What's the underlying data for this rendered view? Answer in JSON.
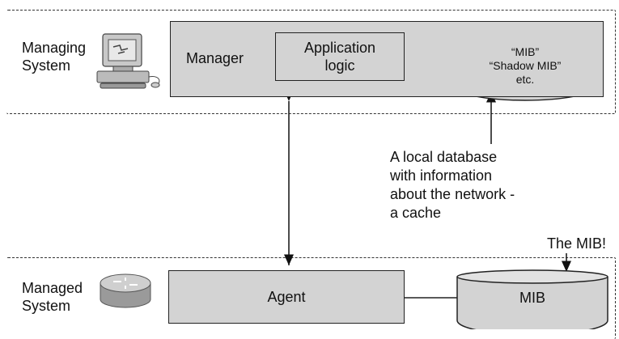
{
  "managing_region": {
    "label_line1": "Managing",
    "label_line2": "System",
    "icon": "workstation-icon"
  },
  "manager_box": {
    "label": "Manager",
    "app_logic_line1": "Application",
    "app_logic_line2": "logic",
    "db_line1": "“MIB”",
    "db_line2": "“Shadow MIB”",
    "db_line3": "etc."
  },
  "annotation": {
    "line1": "A local database",
    "line2": "with information",
    "line3": "about the network -",
    "line4": "a cache"
  },
  "mib_note": "The MIB!",
  "managed_region": {
    "label_line1": "Managed",
    "label_line2": "System",
    "icon": "router-icon"
  },
  "agent_box": {
    "label": "Agent"
  },
  "mib_db": {
    "label": "MIB"
  },
  "colors": {
    "box_fill": "#d3d3d3",
    "line": "#222222"
  }
}
